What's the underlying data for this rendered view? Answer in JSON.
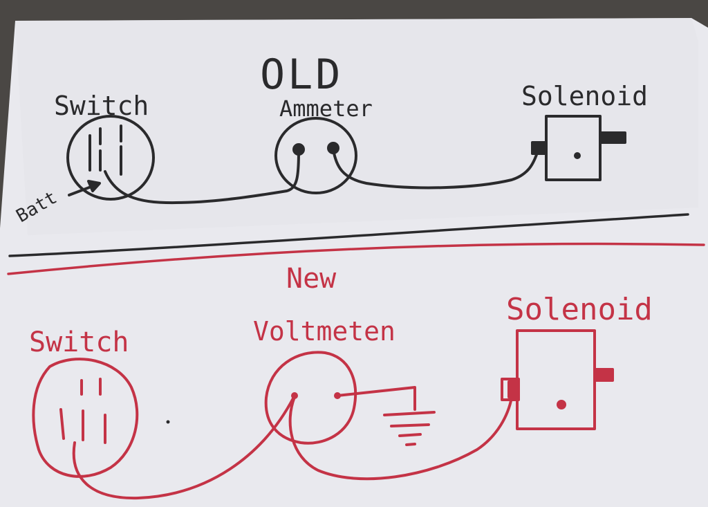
{
  "colors": {
    "background": "#4a4744",
    "paper": "#e9e9ee",
    "paper_shadow": "#d9d9de",
    "black_ink": "#2a2a2c",
    "red_ink": "#c43346"
  },
  "old_section": {
    "title": "OLD",
    "switch_label": "Switch",
    "ammeter_label": "Ammeter",
    "solenoid_label": "Solenoid",
    "batt_label": "Batt"
  },
  "new_section": {
    "title": "New",
    "switch_label": "Switch",
    "voltmeter_label": "Voltmeten",
    "solenoid_label": "Solenoid"
  }
}
